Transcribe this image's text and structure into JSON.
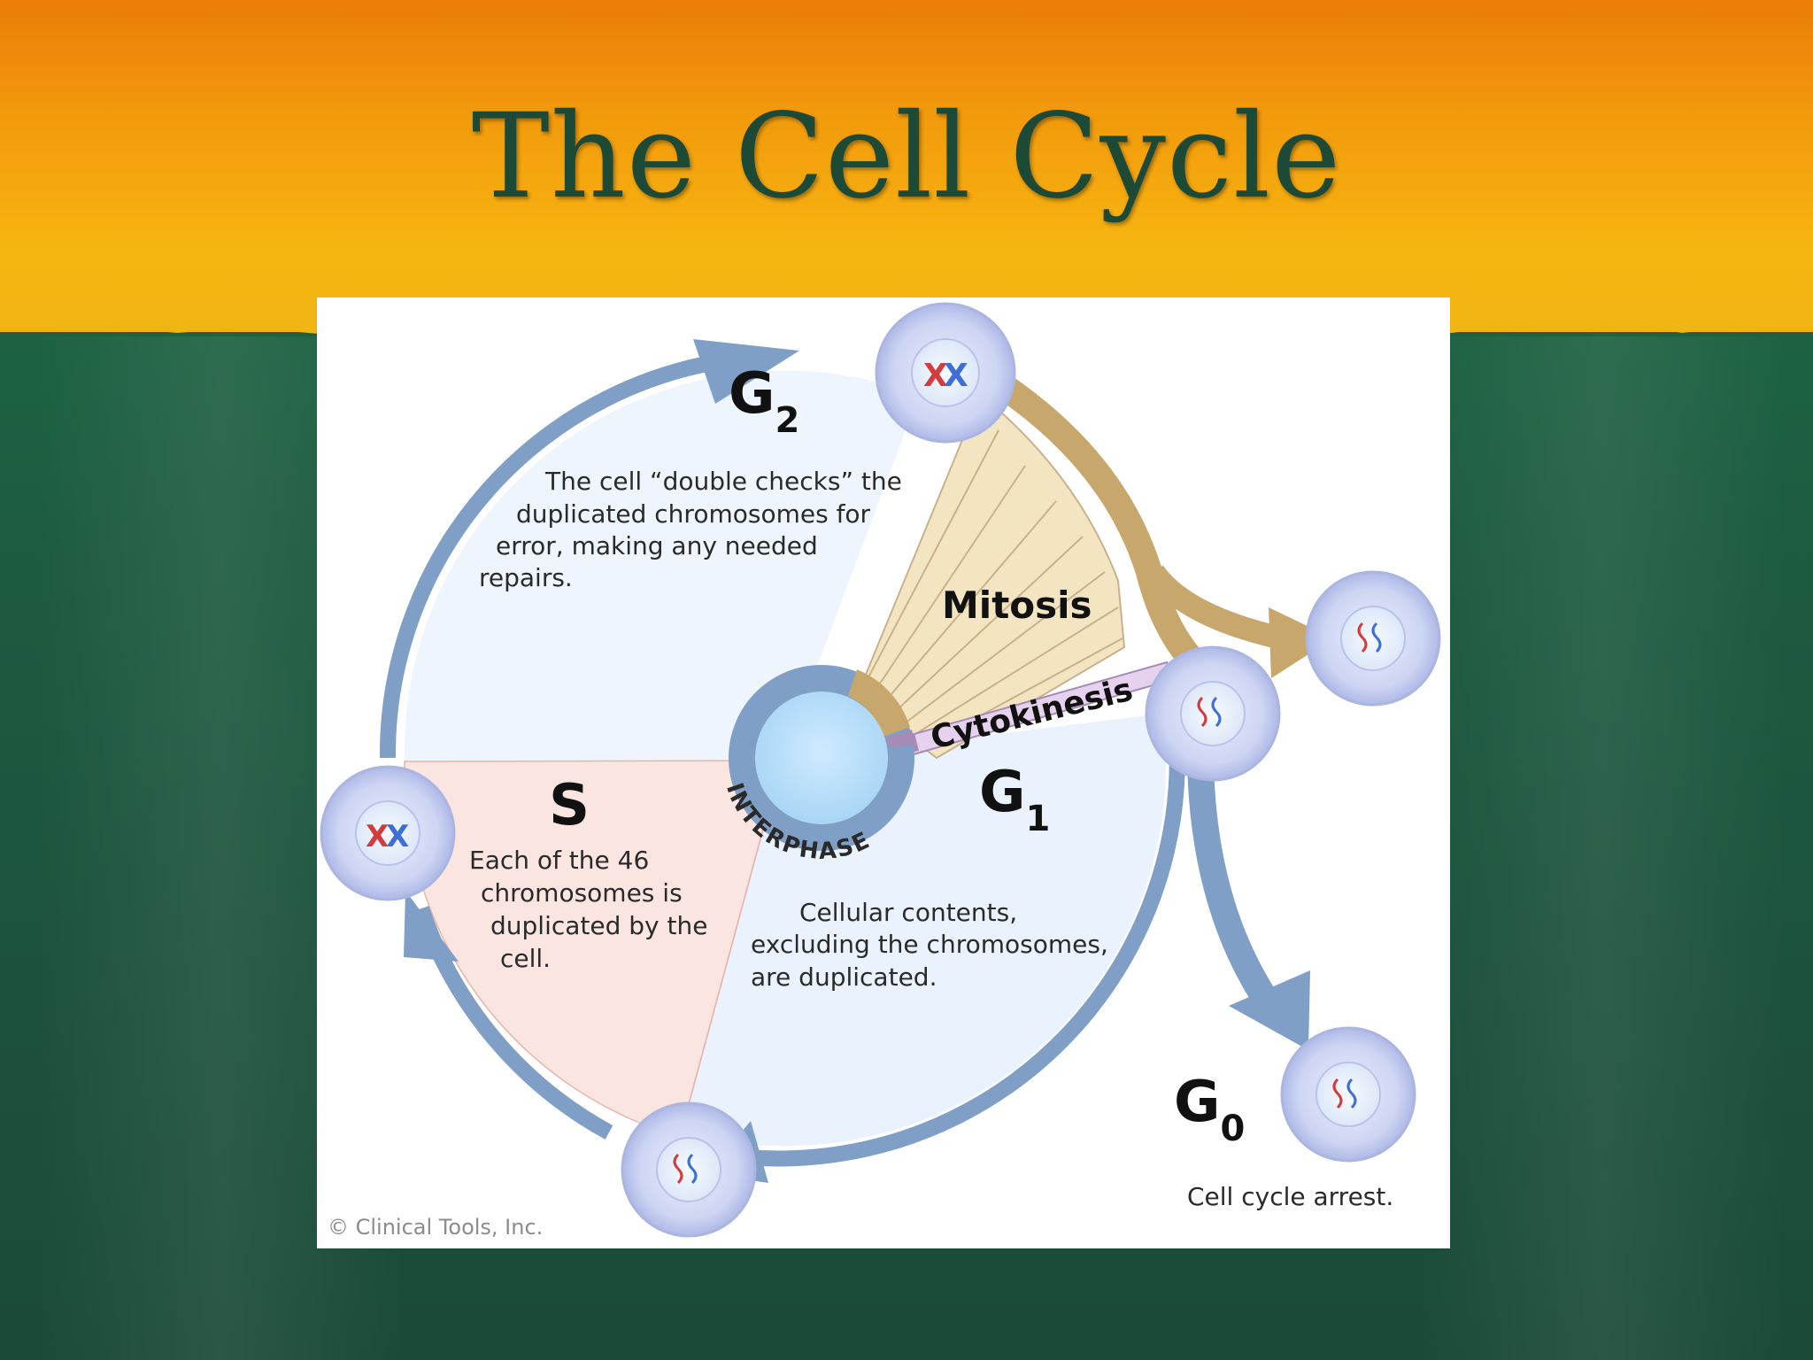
{
  "title": "The Cell Cycle",
  "diagram": {
    "g2": {
      "label": "G",
      "sub": "2",
      "text": [
        "The cell “double checks” the",
        "duplicated chromosomes for",
        "error, making any needed",
        "repairs."
      ]
    },
    "s": {
      "label": "S",
      "text": [
        "Each of the 46",
        "chromosomes is",
        "duplicated by the",
        "cell."
      ]
    },
    "g1": {
      "label": "G",
      "sub": "1",
      "text": [
        "Cellular contents,",
        "excluding the chromosomes,",
        "are duplicated."
      ]
    },
    "g0": {
      "label": "G",
      "sub": "0",
      "text": "Cell cycle arrest."
    },
    "mitosis": "Mitosis",
    "cytokinesis": "Cytokinesis",
    "interphase": "INTERPHASE",
    "copyright": "© Clinical Tools, Inc."
  },
  "colors": {
    "band_top": "#ea7d08",
    "band_bottom": "#f7b510",
    "background_green": "#1d5a40",
    "title": "#1d4a36",
    "ring": "#7f9fc6",
    "s_sector": "#fbe5e0",
    "g_sector": "#eaf3fd",
    "mitosis_fan": "#f4e5c2",
    "tan_arrow": "#c8a76c"
  }
}
